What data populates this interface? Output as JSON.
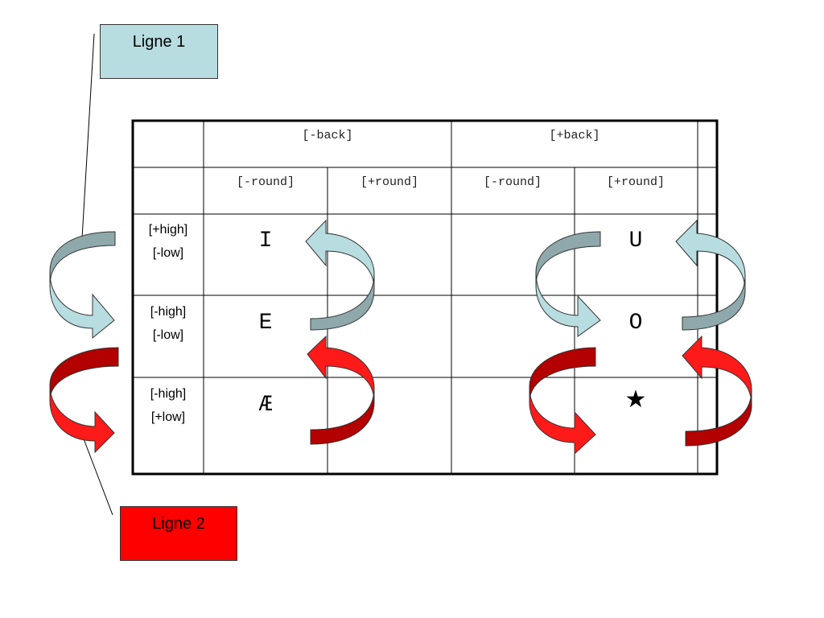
{
  "callouts": {
    "line1": {
      "label": "Ligne 1",
      "color": "#b8dde0"
    },
    "line2": {
      "label": "Ligne 2",
      "color": "#ff0000"
    }
  },
  "table": {
    "back_headers": [
      "[-back]",
      "[+back]"
    ],
    "round_headers": [
      "[-round]",
      "[+round]",
      "[-round]",
      "[+round]"
    ],
    "rows": [
      {
        "label_line1": "[+high]",
        "label_line2": "[-low]",
        "cells": [
          "I",
          "",
          "",
          "U"
        ]
      },
      {
        "label_line1": "[-high]",
        "label_line2": "[-low]",
        "cells": [
          "E",
          "",
          "",
          "O"
        ]
      },
      {
        "label_line1": "[-high]",
        "label_line2": "[+low]",
        "cells": [
          "Æ",
          "",
          "",
          "★"
        ]
      }
    ]
  },
  "colors": {
    "arrow_blue_light": "#b8dde0",
    "arrow_blue_dark": "#8ea8ab",
    "arrow_red_light": "#ff1a1a",
    "arrow_red_dark": "#b30000"
  }
}
